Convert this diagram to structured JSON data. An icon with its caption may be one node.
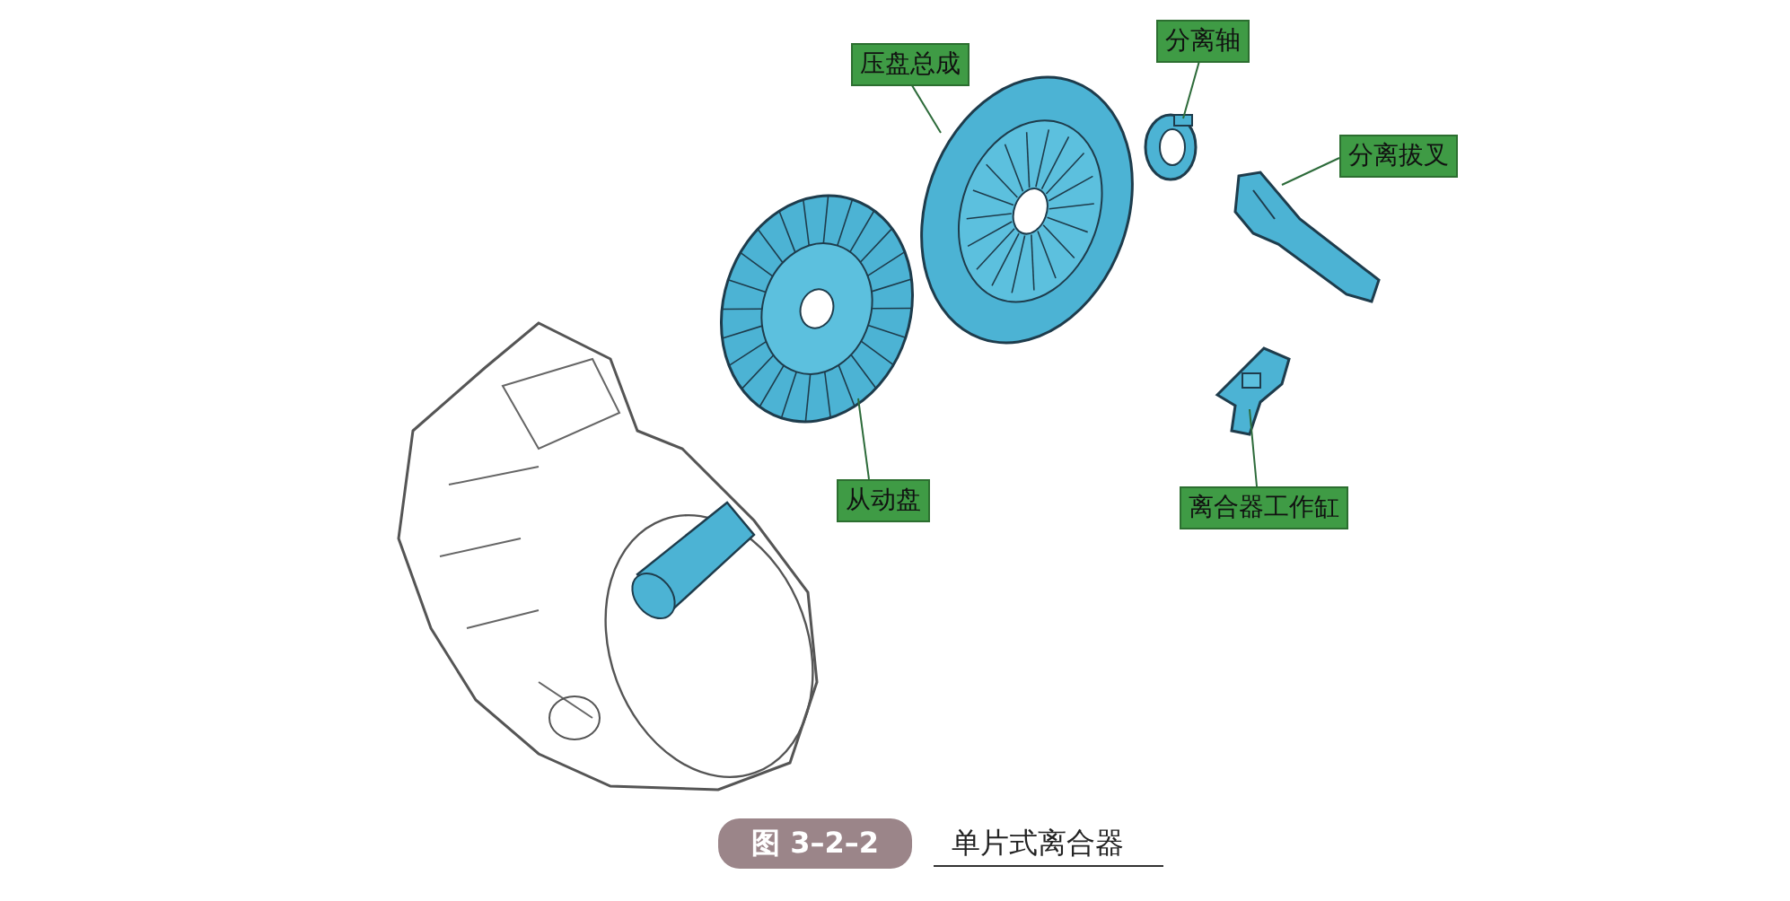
{
  "diagram": {
    "caption": "单片式离合器",
    "nodes": [
      {
        "text": [
          "压盘总成"
        ]
      },
      {
        "text": [],
        "shape": "picture"
      },
      {
        "text": [
          "分离轴"
        ]
      },
      {
        "text": [],
        "shape": "picture"
      },
      {
        "text": [
          "分离拔叉"
        ]
      },
      {
        "text": [],
        "shape": "picture"
      },
      {
        "text": [
          "从动盘"
        ]
      },
      {
        "text": [],
        "shape": "picture"
      },
      {
        "text": [
          "离合器工作缸"
        ]
      },
      {
        "text": [],
        "shape": "picture"
      }
    ],
    "edges": [
      {
        "from": 0,
        "to": 1,
        "arrow": "none"
      },
      {
        "from": 2,
        "to": 3,
        "arrow": "none"
      },
      {
        "from": 4,
        "to": 5,
        "arrow": "none"
      },
      {
        "from": 6,
        "to": 7,
        "arrow": "none"
      },
      {
        "from": 8,
        "to": 9,
        "arrow": "none"
      }
    ],
    "labels": [
      "图 3–2–2"
    ]
  }
}
